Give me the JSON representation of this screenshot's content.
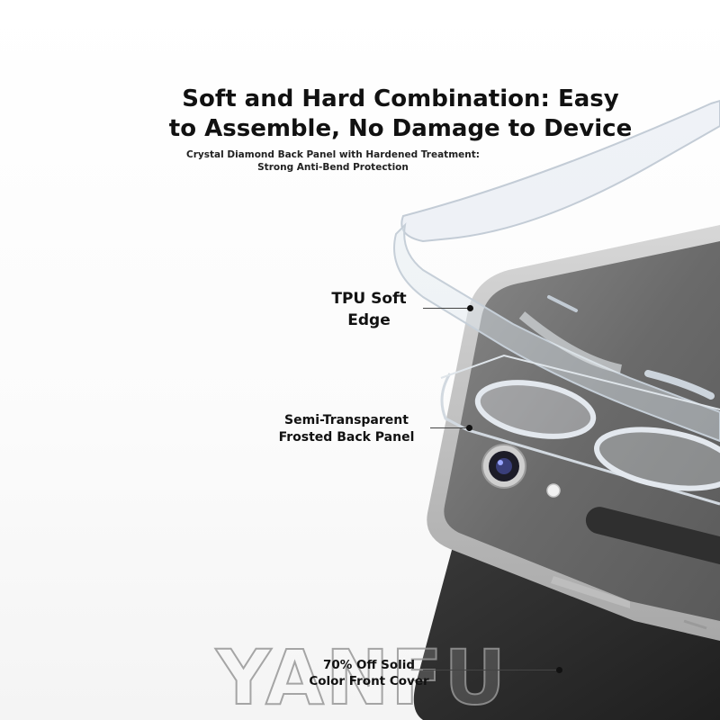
{
  "headline": {
    "line1": "Soft and Hard Combination: Easy",
    "line2": "to Assemble, No Damage to Device"
  },
  "subheadline": {
    "line1": "Crystal Diamond Back Panel with Hardened Treatment:",
    "line2": "Strong Anti-Bend Protection"
  },
  "callouts": {
    "tpu_edge": {
      "line1": "TPU Soft",
      "line2": "Edge"
    },
    "back_panel": {
      "line1": "Semi-Transparent",
      "line2": "Frosted Back Panel"
    },
    "front_cover": {
      "line1": "70% Off Solid",
      "line2": "Color Front Cover"
    }
  },
  "watermark": "YANFU",
  "icons": [
    "camera-lens-icon",
    "flash-icon"
  ],
  "colors": {
    "text": "#111111",
    "tablet_gray": "#6b6b6b",
    "cover_black": "#2b2b2b",
    "case_clear": "#e6ecf2"
  }
}
